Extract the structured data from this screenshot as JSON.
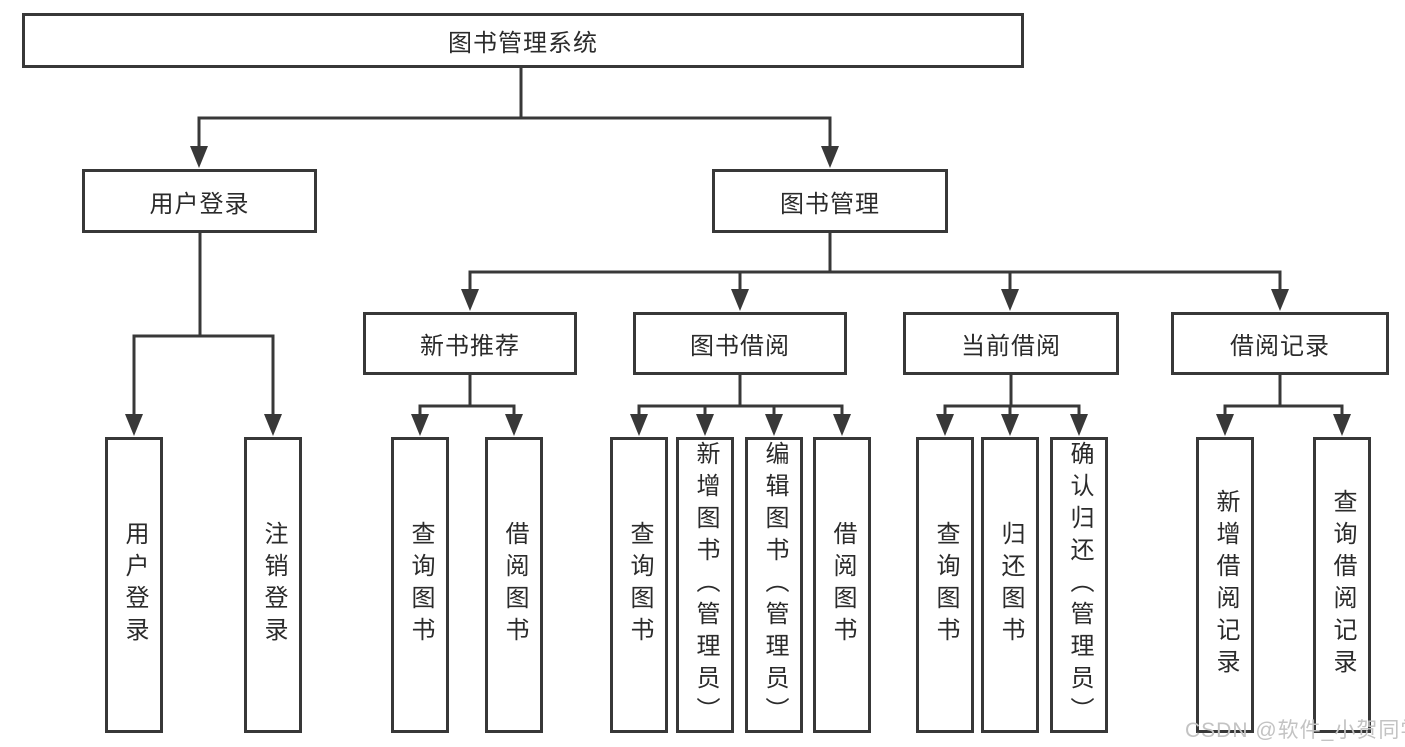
{
  "tree": {
    "root": "图书管理系统",
    "login": {
      "label": "用户登录",
      "leaves": [
        "用户登录",
        "注销登录"
      ]
    },
    "management": {
      "label": "图书管理",
      "groups": [
        {
          "label": "新书推荐",
          "leaves": [
            "查询图书",
            "借阅图书"
          ]
        },
        {
          "label": "图书借阅",
          "leaves": [
            "查询图书",
            "新增图书（管理员）",
            "编辑图书（管理员）",
            "借阅图书"
          ]
        },
        {
          "label": "当前借阅",
          "leaves": [
            "查询图书",
            "归还图书",
            "确认归还（管理员）"
          ]
        },
        {
          "label": "借阅记录",
          "leaves": [
            "新增借阅记录",
            "查询借阅记录"
          ]
        }
      ]
    }
  },
  "watermark": "CSDN @软件_小贺同学",
  "colors": {
    "line": "#383838",
    "box_background": "#ffffff",
    "text": "#2b2b2b",
    "watermark": "#c3c3c3"
  }
}
